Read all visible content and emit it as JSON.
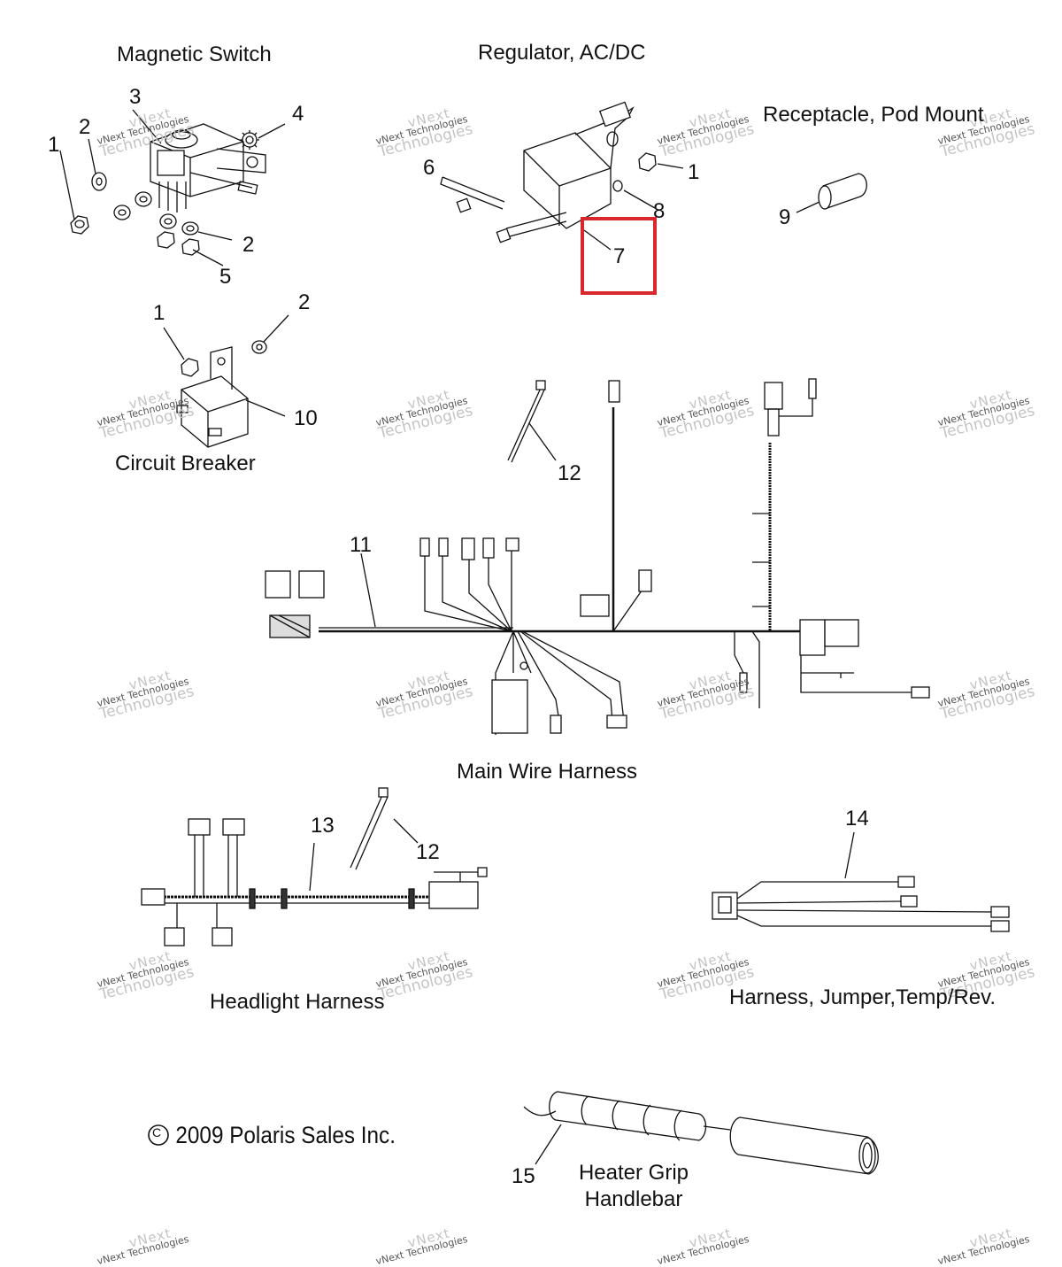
{
  "sections": {
    "magnetic_switch": "Magnetic Switch",
    "regulator": "Regulator, AC/DC",
    "receptacle": "Receptacle, Pod Mount",
    "circuit_breaker": "Circuit Breaker",
    "main_harness": "Main Wire Harness",
    "headlight_harness": "Headlight Harness",
    "jumper_harness": "Harness, Jumper,Temp/Rev.",
    "heater_grip_line1": "Heater Grip",
    "heater_grip_line2": "Handlebar"
  },
  "callouts": {
    "ms_1": "1",
    "ms_2": "2",
    "ms_3": "3",
    "ms_4": "4",
    "ms_2b": "2",
    "ms_5": "5",
    "reg_6": "6",
    "reg_1": "1",
    "reg_8": "8",
    "reg_7": "7",
    "rec_9": "9",
    "cb_1": "1",
    "cb_2": "2",
    "cb_10": "10",
    "mh_12": "12",
    "mh_11": "11",
    "hh_13": "13",
    "hh_12": "12",
    "jh_14": "14",
    "hg_15": "15"
  },
  "copyright": "2009 Polaris Sales Inc.",
  "copyright_symbol": "C",
  "highlight_color": "#d9272e",
  "watermark": {
    "line1": "vNext",
    "line2": "vNext Technologies",
    "line3": "Technologies"
  }
}
